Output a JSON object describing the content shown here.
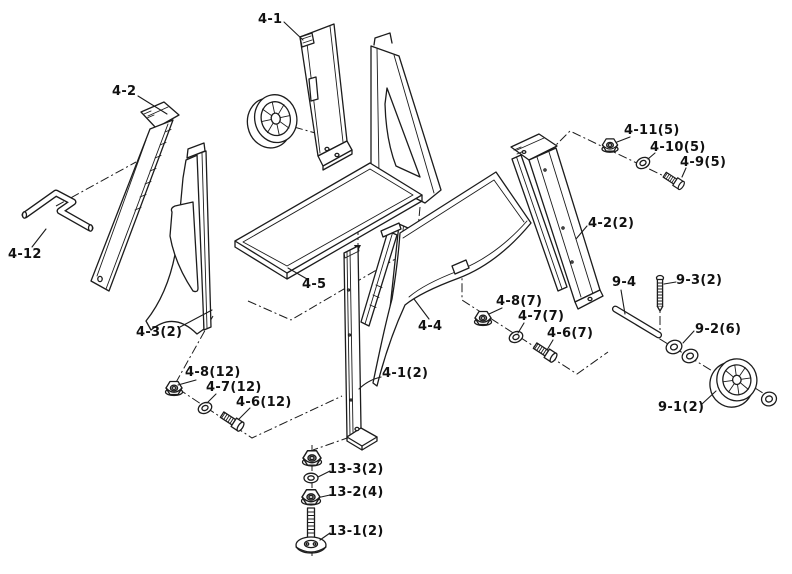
{
  "diagram": {
    "type": "exploded-parts-assembly-diagram",
    "colors": {
      "background": "#ffffff",
      "line": "#1c1c1c",
      "label": "#111111"
    }
  },
  "part_labels": [
    {
      "text": "4-1"
    },
    {
      "text": "4-2"
    },
    {
      "text": "4-12"
    },
    {
      "text": "4-3(2)"
    },
    {
      "text": "4-8(12)"
    },
    {
      "text": "4-7(12)"
    },
    {
      "text": "4-6(12)"
    },
    {
      "text": "4-5"
    },
    {
      "text": "4-4"
    },
    {
      "text": "4-1(2)"
    },
    {
      "text": "4-8(7)"
    },
    {
      "text": "4-7(7)"
    },
    {
      "text": "4-6(7)"
    },
    {
      "text": "4-11(5)"
    },
    {
      "text": "4-10(5)"
    },
    {
      "text": "4-9(5)"
    },
    {
      "text": "4-2(2)"
    },
    {
      "text": "9-4"
    },
    {
      "text": "9-3(2)"
    },
    {
      "text": "9-2(6)"
    },
    {
      "text": "9-1(2)"
    },
    {
      "text": "13-3(2)"
    },
    {
      "text": "13-2(4)"
    },
    {
      "text": "13-1(2)"
    }
  ]
}
